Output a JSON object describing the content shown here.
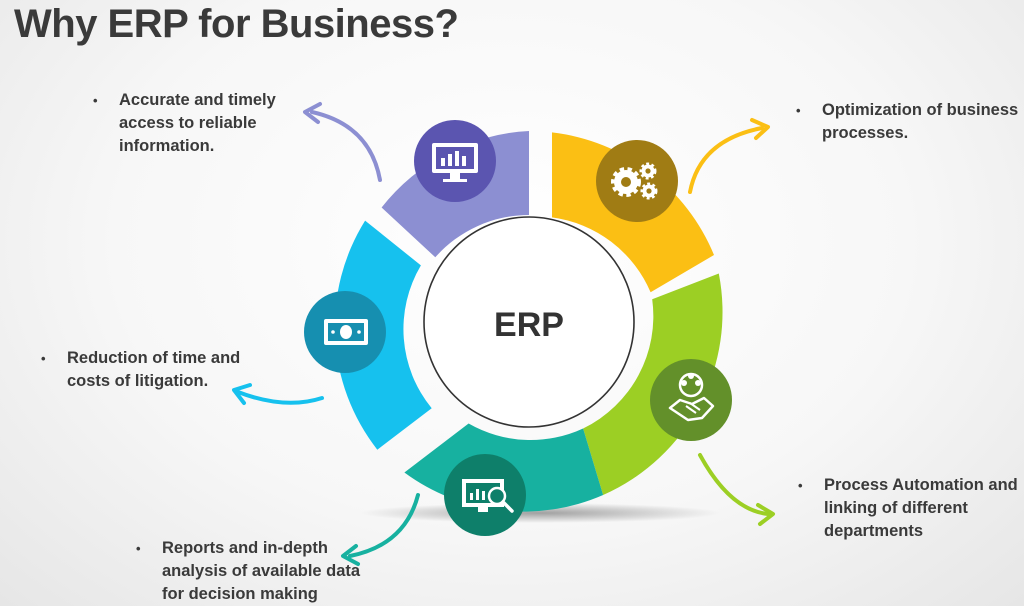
{
  "title": "Why ERP for Business?",
  "center_label": "ERP",
  "colors": {
    "purple": "#8c8fd2",
    "yellow": "#fbbf14",
    "green": "#9ccf24",
    "teal": "#17b1a0",
    "blue": "#16c1ee",
    "title_text": "#3a3a3a"
  },
  "segments": [
    {
      "id": "information",
      "icon": "monitor-chart-icon",
      "color": "#8c8fd2"
    },
    {
      "id": "optimization",
      "icon": "gears-icon",
      "color": "#fbbf14"
    },
    {
      "id": "automation",
      "icon": "handshake-team-icon",
      "color": "#9ccf24"
    },
    {
      "id": "reports",
      "icon": "report-magnifier-icon",
      "color": "#17b1a0"
    },
    {
      "id": "litigation",
      "icon": "banknote-icon",
      "color": "#16c1ee"
    }
  ],
  "notes": {
    "information": [
      "Accurate and timely",
      "access to reliable",
      "information."
    ],
    "optimization": [
      "Optimization of business",
      "processes."
    ],
    "automation": [
      "Process Automation and",
      "linking of different",
      "departments"
    ],
    "reports": [
      "Reports and in-depth",
      "analysis of available data",
      "for decision making"
    ],
    "litigation": [
      "Reduction of time and",
      "costs of litigation."
    ]
  },
  "bullet": "•"
}
